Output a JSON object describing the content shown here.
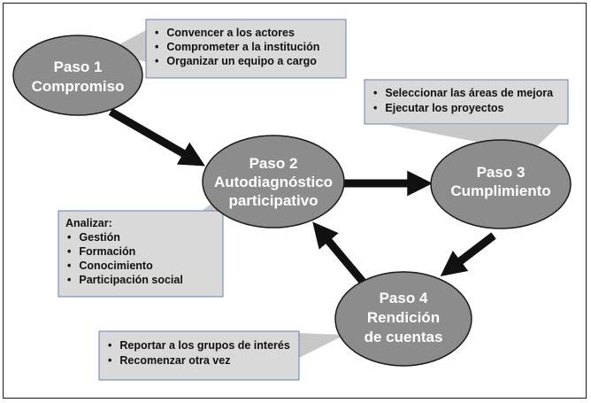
{
  "colors": {
    "ellipse_fill": "#8c8c8c",
    "ellipse_stroke": "#1a1a1a",
    "box_fill": "#d9d9d9",
    "box_stroke": "#6b7fb0",
    "callout_fill": "#c8c8c8",
    "arrow": "#111111",
    "node_text": "#ffffff"
  },
  "steps": [
    {
      "id": "paso-1",
      "lines": [
        "Paso 1",
        "Compromiso"
      ]
    },
    {
      "id": "paso-2",
      "lines": [
        "Paso 2",
        "Autodiagnóstico",
        "participativo"
      ]
    },
    {
      "id": "paso-3",
      "lines": [
        "Paso 3",
        "Cumplimiento"
      ]
    },
    {
      "id": "paso-4",
      "lines": [
        "Paso 4",
        "Rendición",
        "de cuentas"
      ]
    }
  ],
  "boxes": [
    {
      "id": "box-paso-1",
      "heading": "",
      "bullet": "•",
      "items": [
        "Convencer a los actores",
        "Comprometer a la institución",
        "Organizar un equipo a cargo"
      ]
    },
    {
      "id": "box-paso-3",
      "heading": "",
      "bullet": "•",
      "items": [
        "Seleccionar las áreas de mejora",
        "Ejecutar los proyectos"
      ]
    },
    {
      "id": "box-paso-2",
      "heading": "Analizar:",
      "bullet": "•",
      "items": [
        "Gestión",
        "Formación",
        "Conocimiento",
        "Participación social"
      ]
    },
    {
      "id": "box-paso-4",
      "heading": "",
      "bullet": "•",
      "items": [
        "Reportar a los grupos de interés",
        "Recomenzar otra vez"
      ]
    }
  ],
  "arrows": [
    {
      "id": "arrow-1-to-2",
      "from": "paso-1",
      "to": "paso-2"
    },
    {
      "id": "arrow-2-to-3",
      "from": "paso-2",
      "to": "paso-3"
    },
    {
      "id": "arrow-3-to-4",
      "from": "paso-3",
      "to": "paso-4"
    },
    {
      "id": "arrow-4-to-2",
      "from": "paso-4",
      "to": "paso-2"
    }
  ]
}
